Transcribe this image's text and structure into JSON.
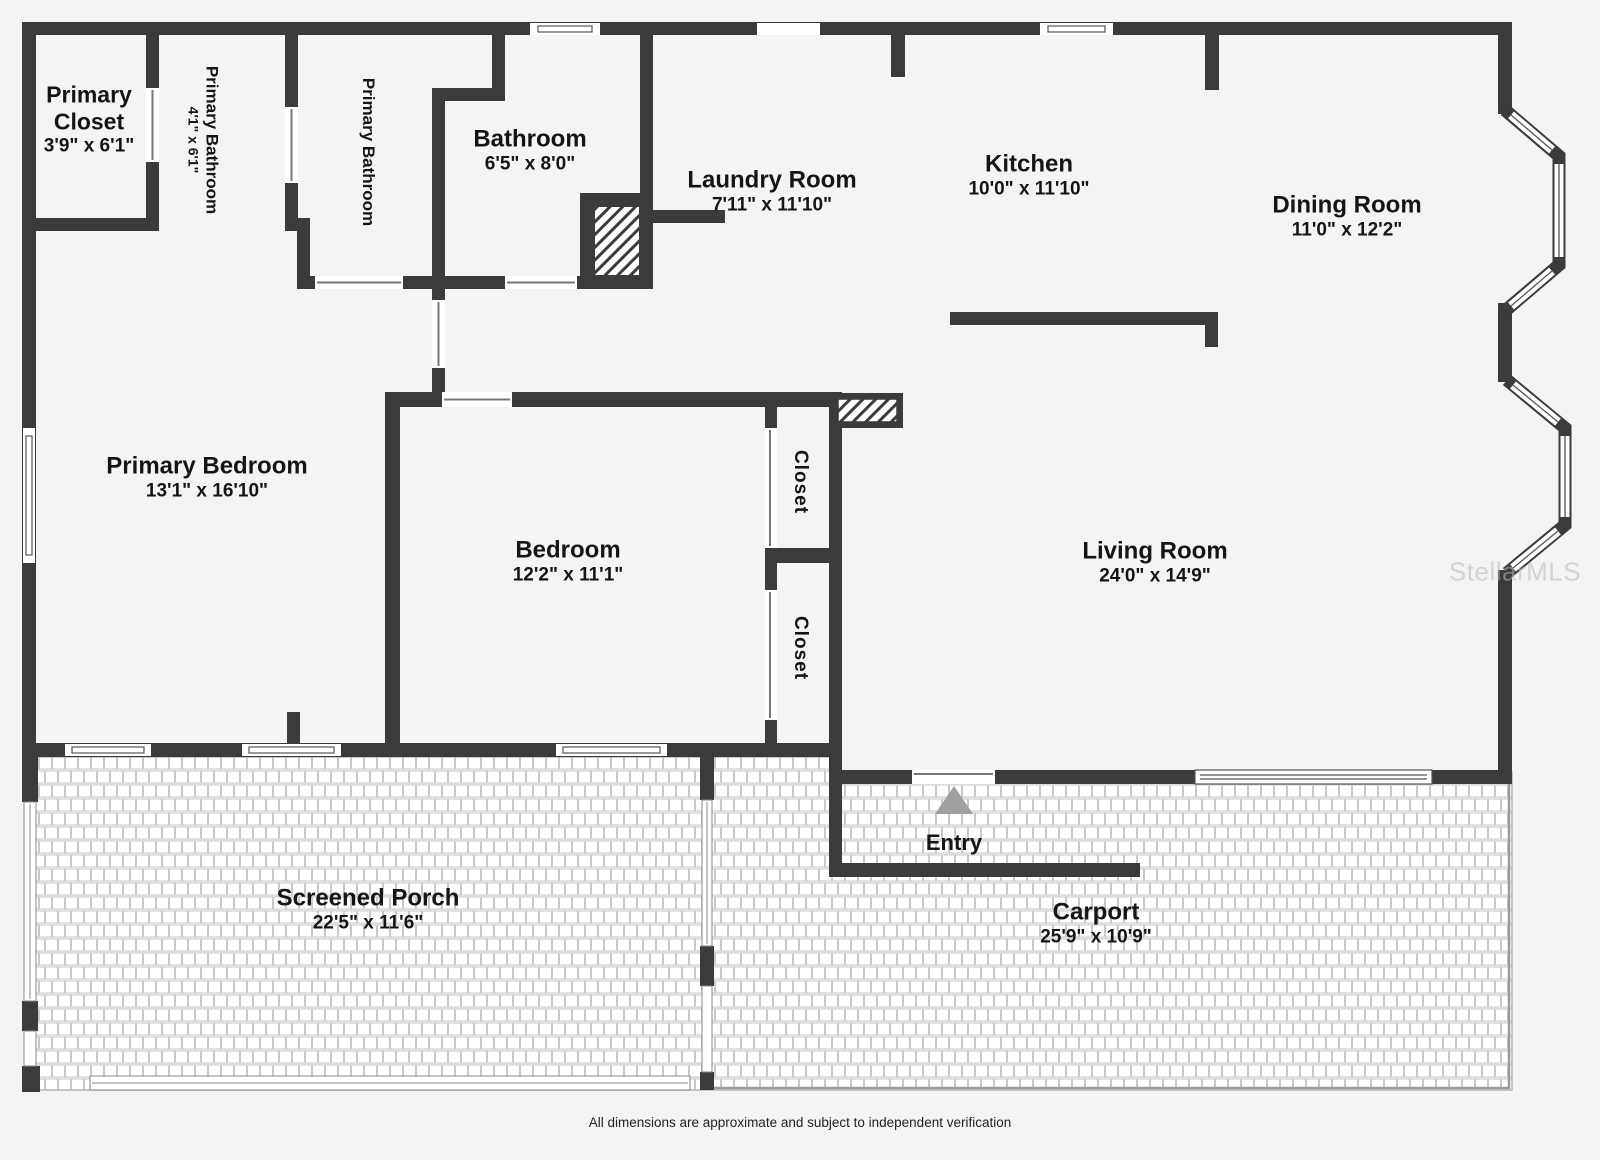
{
  "floor_plan": {
    "watermark": "StellarMLS",
    "footer": "All dimensions are approximate and subject to independent verification",
    "colors": {
      "wall": "#3b3b3b",
      "floor": "#f4f4f4",
      "tile_line": "#c9c9c9",
      "window_white": "#ffffff",
      "entry_arrow": "#a0a0a0",
      "label_text": "#151515"
    },
    "rooms": {
      "primary_closet": {
        "name": "Primary Closet",
        "dims": "3'9\" x 6'1\""
      },
      "primary_bathroom_a": {
        "name": "Primary Bathroom",
        "dims": "4'1\" x 6'1\""
      },
      "primary_bathroom_b": {
        "name": "Primary Bathroom",
        "dims": ""
      },
      "bathroom": {
        "name": "Bathroom",
        "dims": "6'5\" x 8'0\""
      },
      "laundry_room": {
        "name": "Laundry Room",
        "dims": "7'11\" x 11'10\""
      },
      "kitchen": {
        "name": "Kitchen",
        "dims": "10'0\" x 11'10\""
      },
      "dining_room": {
        "name": "Dining Room",
        "dims": "11'0\" x 12'2\""
      },
      "primary_bedroom": {
        "name": "Primary Bedroom",
        "dims": "13'1\" x 16'10\""
      },
      "bedroom": {
        "name": "Bedroom",
        "dims": "12'2\" x 11'1\""
      },
      "closet_a": {
        "name": "Closet",
        "dims": ""
      },
      "closet_b": {
        "name": "Closet",
        "dims": ""
      },
      "living_room": {
        "name": "Living Room",
        "dims": "24'0\" x 14'9\""
      },
      "entry": {
        "name": "Entry",
        "dims": ""
      },
      "screened_porch": {
        "name": "Screened Porch",
        "dims": "22'5\" x 11'6\""
      },
      "carport": {
        "name": "Carport",
        "dims": "25'9\" x 10'9\""
      }
    }
  }
}
